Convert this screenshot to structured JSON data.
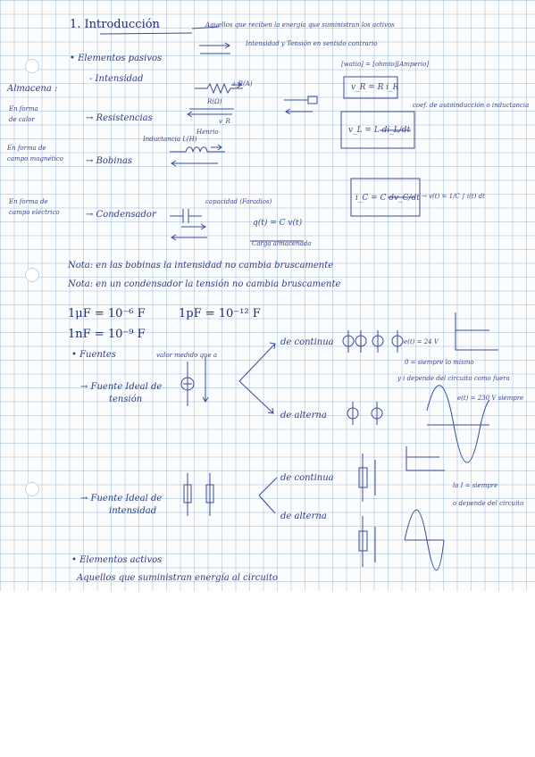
{
  "section": {
    "title": "1. Introducción"
  },
  "intro": {
    "line1": "Aquellos que reciben la energía que suministran los activos",
    "line2": "Intensidad y Tensión en sentido contrario",
    "units": "[watio] = [ohmio][Amperio]"
  },
  "passive": {
    "header": "• Elementos pasivos",
    "intensity_item": "- Intensidad"
  },
  "store": {
    "label": "Almacena :"
  },
  "heat": {
    "label1": "En forma",
    "label2": "de calor",
    "item": "→ Resistencias",
    "r_label": "R(Ω)",
    "i_label": "i_R(A)",
    "v_label": "v_R",
    "formula": "v_R = R i_R"
  },
  "inductance": {
    "note": "coef. de autoinducción o inductancia"
  },
  "magnetic": {
    "label1": "En forma de",
    "label2": "campo magnético",
    "item": "→ Bobinas",
    "l_label": "Inductancia L(H)",
    "henrio": "Henrio",
    "formula": "v_L = L di_L/dt"
  },
  "electric": {
    "label1": "En forma de",
    "label2": "campo eléctrico",
    "item": "→ Condensador",
    "capacity": "capacidad (Faradios)",
    "carga": "q(t) = C v(t)",
    "carga_note": "Carga almacenada",
    "formula": "i_C = C dv_C/dt",
    "integral": "→ v(t) = 1/C ∫ i(t) dt"
  },
  "notes": {
    "coil": "Nota: en las bobinas la intensidad no cambia bruscamente",
    "capacitor": "Nota: en un condensador la tensión no cambia bruscamente"
  },
  "units_conv": {
    "micro": "1μF = 10⁻⁶ F",
    "pico": "1pF = 10⁻¹² F",
    "nano": "1nF = 10⁻⁹ F"
  },
  "sources": {
    "header": "• Fuentes",
    "voltage_ideal1": "→ Fuente Ideal de",
    "voltage_ideal2": "tensión",
    "note_top": "valor medido que a",
    "dc": "de continua",
    "ac": "de alterna",
    "dc_value": "e(t) = 24 V",
    "const_note": "0 = siempre lo mismo",
    "depends_note": "y i depende del circuito como fuera",
    "ac_value": "e(t) = 230 V siempre",
    "current_ideal1": "→ Fuente Ideal de",
    "current_ideal2": "intensidad",
    "current_dc": "de continua",
    "current_ac": "de alterna",
    "current_note1": "la I = siempre",
    "current_note2": "o depende del circuito"
  },
  "active": {
    "header": "• Elementos activos",
    "desc": "Aquellos que suministran energía al circuito"
  },
  "colors": {
    "ink": "#2e3a86",
    "grid": "#6ea0c8"
  }
}
